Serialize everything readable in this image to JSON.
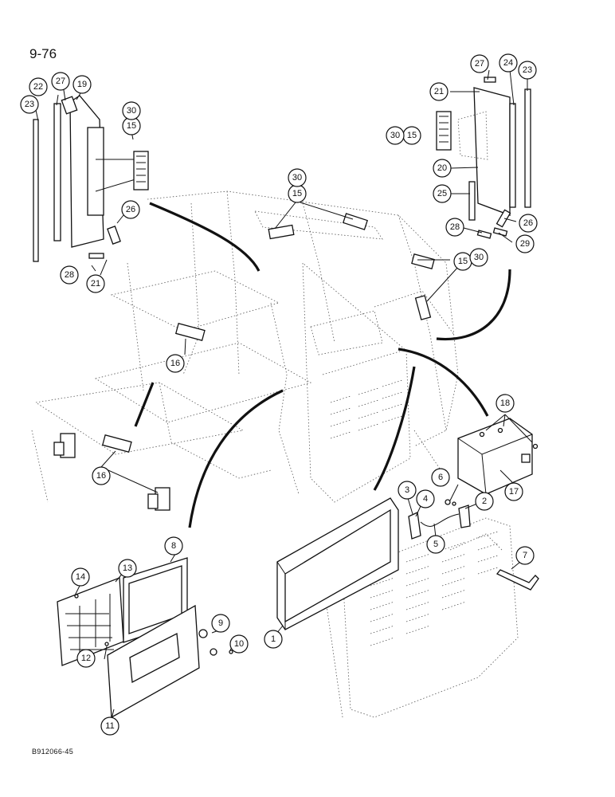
{
  "page_number": "9-76",
  "figure_code": "B912066-45",
  "callouts": [
    {
      "id": "c1",
      "label": "1"
    },
    {
      "id": "c2",
      "label": "2"
    },
    {
      "id": "c3",
      "label": "3"
    },
    {
      "id": "c4",
      "label": "4"
    },
    {
      "id": "c5",
      "label": "5"
    },
    {
      "id": "c6",
      "label": "6"
    },
    {
      "id": "c7",
      "label": "7"
    },
    {
      "id": "c8",
      "label": "8"
    },
    {
      "id": "c9",
      "label": "9"
    },
    {
      "id": "c10",
      "label": "10"
    },
    {
      "id": "c11",
      "label": "11"
    },
    {
      "id": "c12",
      "label": "12"
    },
    {
      "id": "c13",
      "label": "13"
    },
    {
      "id": "c14",
      "label": "14"
    },
    {
      "id": "c15a",
      "label": "15"
    },
    {
      "id": "c15b",
      "label": "15"
    },
    {
      "id": "c15c",
      "label": "15"
    },
    {
      "id": "c15d",
      "label": "15"
    },
    {
      "id": "c16a",
      "label": "16"
    },
    {
      "id": "c16b",
      "label": "16"
    },
    {
      "id": "c17",
      "label": "17"
    },
    {
      "id": "c18",
      "label": "18"
    },
    {
      "id": "c19",
      "label": "19"
    },
    {
      "id": "c20",
      "label": "20"
    },
    {
      "id": "c21a",
      "label": "21"
    },
    {
      "id": "c21b",
      "label": "21"
    },
    {
      "id": "c22",
      "label": "22"
    },
    {
      "id": "c23a",
      "label": "23"
    },
    {
      "id": "c23b",
      "label": "23"
    },
    {
      "id": "c24",
      "label": "24"
    },
    {
      "id": "c25",
      "label": "25"
    },
    {
      "id": "c26a",
      "label": "26"
    },
    {
      "id": "c26b",
      "label": "26"
    },
    {
      "id": "c27a",
      "label": "27"
    },
    {
      "id": "c27b",
      "label": "27"
    },
    {
      "id": "c28a",
      "label": "28"
    },
    {
      "id": "c28b",
      "label": "28"
    },
    {
      "id": "c29",
      "label": "29"
    },
    {
      "id": "c30a",
      "label": "30"
    },
    {
      "id": "c30b",
      "label": "30"
    },
    {
      "id": "c30c",
      "label": "30"
    },
    {
      "id": "c30d",
      "label": "30"
    }
  ]
}
